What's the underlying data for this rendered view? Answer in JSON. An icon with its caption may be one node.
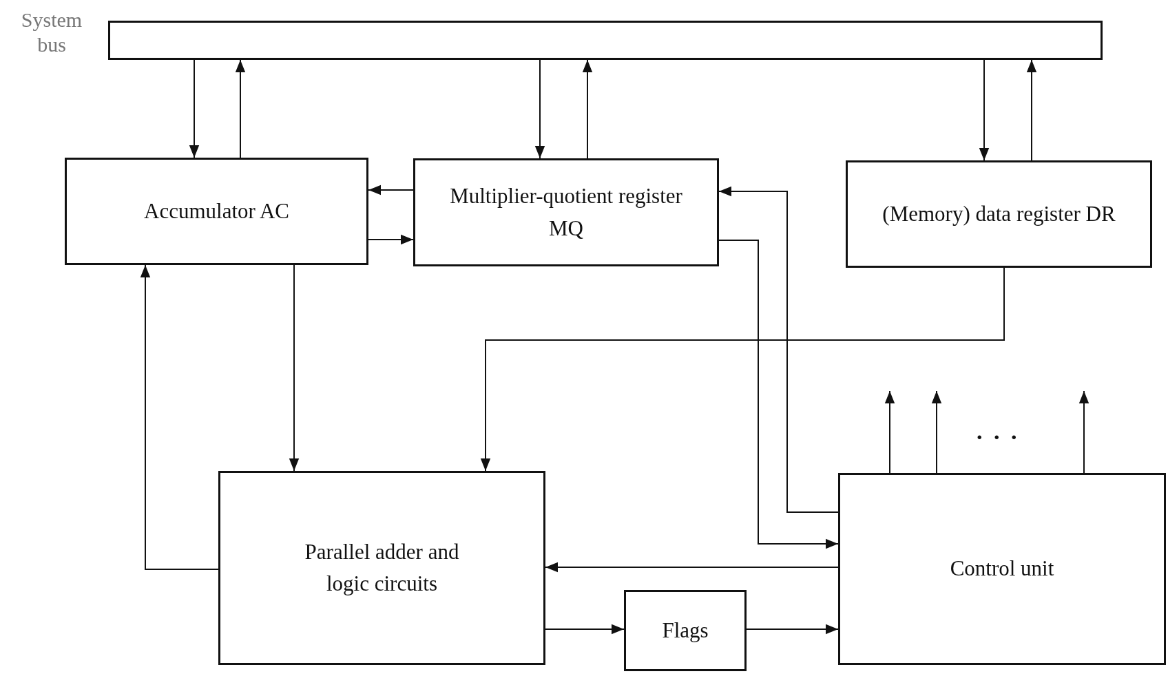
{
  "diagram": {
    "nodes": [
      {
        "text": [
          "System bus"
        ]
      },
      {
        "text": [
          "Accumulator AC"
        ]
      },
      {
        "text": [
          "Multiplier-quotient register MQ"
        ]
      },
      {
        "text": [
          "(Memory) data register DR"
        ]
      },
      {
        "text": [
          "Parallel adder and logic circuits"
        ]
      },
      {
        "text": [
          "Flags"
        ]
      },
      {
        "text": [
          "Control unit"
        ]
      }
    ],
    "edges": [
      {
        "from": 0,
        "to": 1,
        "arrow": "to"
      },
      {
        "from": 1,
        "to": 0,
        "arrow": "to"
      },
      {
        "from": 0,
        "to": 2,
        "arrow": "to"
      },
      {
        "from": 2,
        "to": 0,
        "arrow": "to"
      },
      {
        "from": 0,
        "to": 3,
        "arrow": "to"
      },
      {
        "from": 3,
        "to": 0,
        "arrow": "to"
      },
      {
        "from": 2,
        "to": 1,
        "arrow": "to"
      },
      {
        "from": 1,
        "to": 2,
        "arrow": "to"
      },
      {
        "from": 1,
        "to": 4,
        "arrow": "to"
      },
      {
        "from": 4,
        "to": 1,
        "arrow": "to"
      },
      {
        "from": 3,
        "to": 4,
        "arrow": "to"
      },
      {
        "from": 6,
        "to": 2,
        "arrow": "to"
      },
      {
        "from": 2,
        "to": 6,
        "arrow": "to"
      },
      {
        "from": 6,
        "to": 4,
        "arrow": "to"
      },
      {
        "from": 4,
        "to": 5,
        "arrow": "to"
      },
      {
        "from": 5,
        "to": 6,
        "arrow": "to"
      },
      {
        "from": 6,
        "to": null,
        "arrow": "to"
      },
      {
        "from": 6,
        "to": null,
        "arrow": "to"
      },
      {
        "from": 6,
        "to": null,
        "arrow": "to"
      }
    ],
    "labels": [
      ". . ."
    ]
  }
}
